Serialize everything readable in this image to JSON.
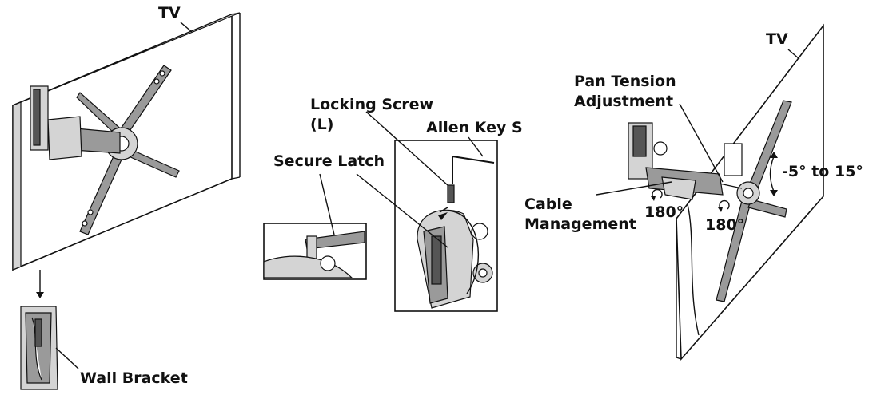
{
  "labels": {
    "tv_left": "TV",
    "tv_right": "TV",
    "wall_bracket": "Wall Bracket",
    "secure_latch": "Secure Latch",
    "locking_screw_line1": "Locking Screw",
    "locking_screw_line2": "(L)",
    "allen_key": "Allen Key S",
    "pan_tension_line1": "Pan Tension",
    "pan_tension_line2": "Adjustment",
    "cable_mgmt_line1": "Cable",
    "cable_mgmt_line2": "Management",
    "rotation_left": "180°",
    "rotation_right": "180°",
    "tilt_range": "-5° to 15°"
  },
  "colors": {
    "line": "#111111",
    "metal": "#9a9a9a",
    "metal_light": "#d4d4d4",
    "metal_dark": "#555555"
  }
}
